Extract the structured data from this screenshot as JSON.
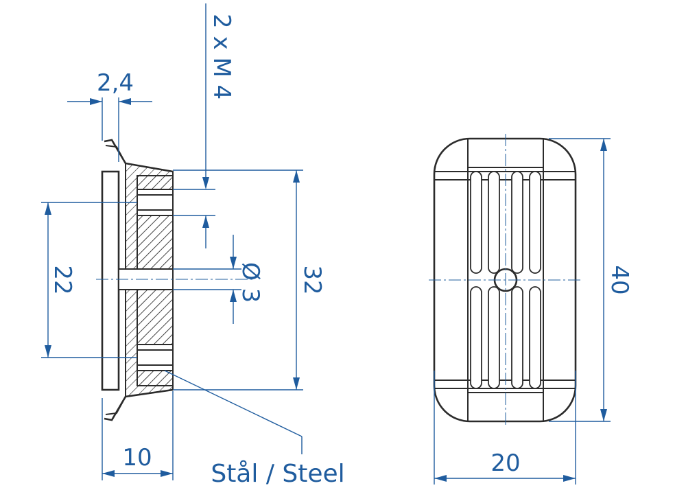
{
  "dimensions": {
    "thread": "2 x M 4",
    "wall_thickness": "2,4",
    "hole_spacing": "22",
    "hole_diameter": "Ø 3",
    "outer_height": "32",
    "depth": "10",
    "width": "20",
    "length": "40"
  },
  "material_label": "Stål / Steel",
  "colors": {
    "dimension": "#1f5c9e",
    "outline": "#2b2b2b"
  }
}
